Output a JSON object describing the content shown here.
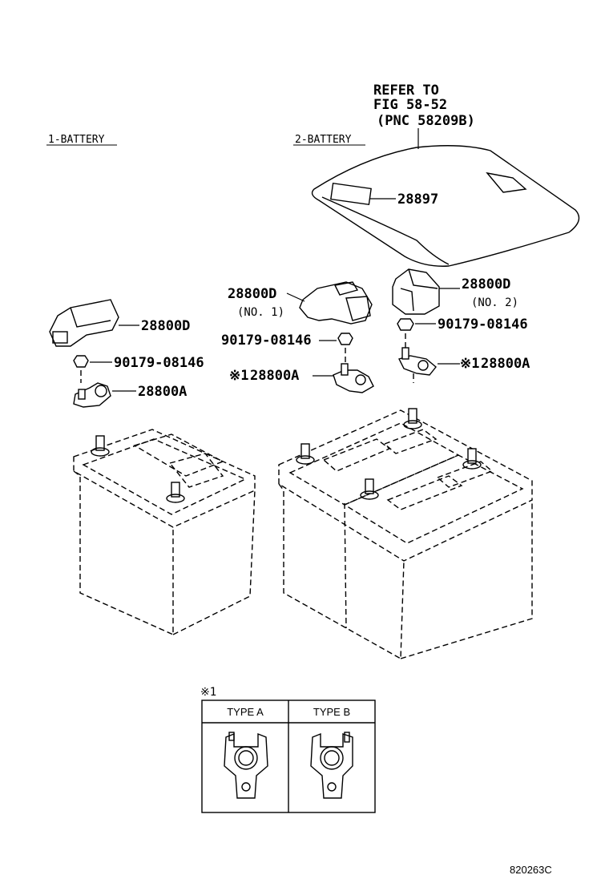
{
  "sections": {
    "battery_1": "1-BATTERY",
    "battery_2": "2-BATTERY"
  },
  "refer": {
    "line1": "REFER TO",
    "line2": "FIG 58-52",
    "line3": "(PNC 58209B)"
  },
  "parts": {
    "cover_28897": "28897",
    "left_cover": "28800D",
    "left_nut": "90179-08146",
    "left_terminal": "28800A",
    "mid_cover": "28800D",
    "mid_cover_note": "(NO. 1)",
    "mid_nut": "90179-08146",
    "mid_terminal": "28800A",
    "mid_terminal_mark": "※1",
    "right_cover": "28800D",
    "right_cover_note": "(NO. 2)",
    "right_nut": "90179-08146",
    "right_terminal": "28800A",
    "right_terminal_mark": "※1"
  },
  "legend": {
    "mark": "※1",
    "type_a": "TYPE A",
    "type_b": "TYPE B"
  },
  "figure_code": "820263C"
}
